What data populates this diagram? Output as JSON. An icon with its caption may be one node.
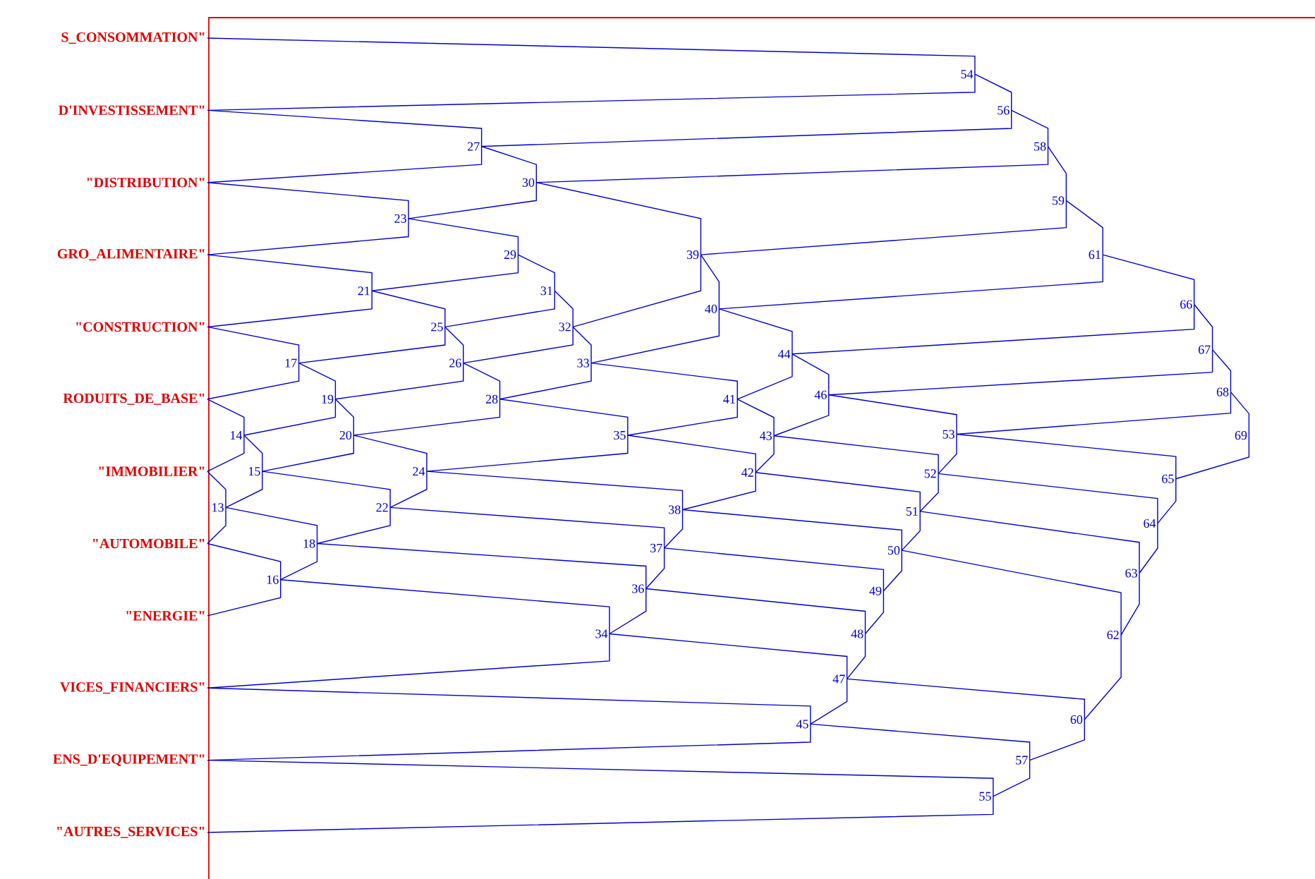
{
  "diagram": {
    "nodes": [
      {
        "text": [
          "S_CONSOMMATION\""
        ]
      },
      {
        "text": [
          "D'INVESTISSEMENT\""
        ]
      },
      {
        "text": [
          "\"DISTRIBUTION\""
        ]
      },
      {
        "text": [
          "GRO_ALIMENTAIRE\""
        ]
      },
      {
        "text": [
          "\"CONSTRUCTION\""
        ]
      },
      {
        "text": [
          "RODUITS_DE_BASE\""
        ]
      },
      {
        "text": [
          "\"IMMOBILIER\""
        ]
      },
      {
        "text": [
          "\"AUTOMOBILE\""
        ]
      },
      {
        "text": [
          "\"ENERGIE\""
        ]
      },
      {
        "text": [
          "VICES_FINANCIERS\""
        ]
      },
      {
        "text": [
          "ENS_D'EQUIPEMENT\""
        ]
      },
      {
        "text": [
          "\"AUTRES_SERVICES\""
        ]
      },
      {
        "text": [
          "13"
        ]
      },
      {
        "text": [
          "14"
        ]
      },
      {
        "text": [
          "15"
        ]
      },
      {
        "text": [
          "16"
        ]
      },
      {
        "text": [
          "17"
        ]
      },
      {
        "text": [
          "18"
        ]
      },
      {
        "text": [
          "19"
        ]
      },
      {
        "text": [
          "20"
        ]
      },
      {
        "text": [
          "21"
        ]
      },
      {
        "text": [
          "22"
        ]
      },
      {
        "text": [
          "23"
        ]
      },
      {
        "text": [
          "24"
        ]
      },
      {
        "text": [
          "25"
        ]
      },
      {
        "text": [
          "26"
        ]
      },
      {
        "text": [
          "27"
        ]
      },
      {
        "text": [
          "28"
        ]
      },
      {
        "text": [
          "29"
        ]
      },
      {
        "text": [
          "30"
        ]
      },
      {
        "text": [
          "31"
        ]
      },
      {
        "text": [
          "32"
        ]
      },
      {
        "text": [
          "33"
        ]
      },
      {
        "text": [
          "34"
        ]
      },
      {
        "text": [
          "35"
        ]
      },
      {
        "text": [
          "36"
        ]
      },
      {
        "text": [
          "37"
        ]
      },
      {
        "text": [
          "38"
        ]
      },
      {
        "text": [
          "39"
        ]
      },
      {
        "text": [
          "40"
        ]
      },
      {
        "text": [
          "41"
        ]
      },
      {
        "text": [
          "42"
        ]
      },
      {
        "text": [
          "43"
        ]
      },
      {
        "text": [
          "44"
        ]
      },
      {
        "text": [
          "45"
        ]
      },
      {
        "text": [
          "46"
        ]
      },
      {
        "text": [
          "47"
        ]
      },
      {
        "text": [
          "48"
        ]
      },
      {
        "text": [
          "49"
        ]
      },
      {
        "text": [
          "50"
        ]
      },
      {
        "text": [
          "51"
        ]
      },
      {
        "text": [
          "52"
        ]
      },
      {
        "text": [
          "53"
        ]
      },
      {
        "text": [
          "54"
        ]
      },
      {
        "text": [
          "55"
        ]
      },
      {
        "text": [
          "56"
        ]
      },
      {
        "text": [
          "57"
        ]
      },
      {
        "text": [
          "58"
        ]
      },
      {
        "text": [
          "59"
        ]
      },
      {
        "text": [
          "60"
        ]
      },
      {
        "text": [
          "61"
        ]
      },
      {
        "text": [
          "62"
        ]
      },
      {
        "text": [
          "63"
        ]
      },
      {
        "text": [
          "64"
        ]
      },
      {
        "text": [
          "65"
        ]
      },
      {
        "text": [
          "66"
        ]
      },
      {
        "text": [
          "67"
        ]
      },
      {
        "text": [
          "68"
        ]
      },
      {
        "text": [
          "69"
        ]
      }
    ],
    "edges": [
      {
        "from": 6,
        "to": 12,
        "arrow": "none"
      },
      {
        "from": 7,
        "to": 12,
        "arrow": "none"
      },
      {
        "from": 5,
        "to": 13,
        "arrow": "none"
      },
      {
        "from": 6,
        "to": 13,
        "arrow": "none"
      },
      {
        "from": 13,
        "to": 14,
        "arrow": "none"
      },
      {
        "from": 12,
        "to": 14,
        "arrow": "none"
      },
      {
        "from": 7,
        "to": 15,
        "arrow": "none"
      },
      {
        "from": 8,
        "to": 15,
        "arrow": "none"
      },
      {
        "from": 4,
        "to": 16,
        "arrow": "none"
      },
      {
        "from": 5,
        "to": 16,
        "arrow": "none"
      },
      {
        "from": 12,
        "to": 17,
        "arrow": "none"
      },
      {
        "from": 15,
        "to": 17,
        "arrow": "none"
      },
      {
        "from": 16,
        "to": 18,
        "arrow": "none"
      },
      {
        "from": 13,
        "to": 18,
        "arrow": "none"
      },
      {
        "from": 18,
        "to": 19,
        "arrow": "none"
      },
      {
        "from": 14,
        "to": 19,
        "arrow": "none"
      },
      {
        "from": 3,
        "to": 20,
        "arrow": "none"
      },
      {
        "from": 4,
        "to": 20,
        "arrow": "none"
      },
      {
        "from": 14,
        "to": 21,
        "arrow": "none"
      },
      {
        "from": 17,
        "to": 21,
        "arrow": "none"
      },
      {
        "from": 2,
        "to": 22,
        "arrow": "none"
      },
      {
        "from": 3,
        "to": 22,
        "arrow": "none"
      },
      {
        "from": 19,
        "to": 23,
        "arrow": "none"
      },
      {
        "from": 21,
        "to": 23,
        "arrow": "none"
      },
      {
        "from": 20,
        "to": 24,
        "arrow": "none"
      },
      {
        "from": 16,
        "to": 24,
        "arrow": "none"
      },
      {
        "from": 24,
        "to": 25,
        "arrow": "none"
      },
      {
        "from": 18,
        "to": 25,
        "arrow": "none"
      },
      {
        "from": 1,
        "to": 26,
        "arrow": "none"
      },
      {
        "from": 2,
        "to": 26,
        "arrow": "none"
      },
      {
        "from": 25,
        "to": 27,
        "arrow": "none"
      },
      {
        "from": 19,
        "to": 27,
        "arrow": "none"
      },
      {
        "from": 22,
        "to": 28,
        "arrow": "none"
      },
      {
        "from": 20,
        "to": 28,
        "arrow": "none"
      },
      {
        "from": 26,
        "to": 29,
        "arrow": "none"
      },
      {
        "from": 22,
        "to": 29,
        "arrow": "none"
      },
      {
        "from": 28,
        "to": 30,
        "arrow": "none"
      },
      {
        "from": 24,
        "to": 30,
        "arrow": "none"
      },
      {
        "from": 30,
        "to": 31,
        "arrow": "none"
      },
      {
        "from": 25,
        "to": 31,
        "arrow": "none"
      },
      {
        "from": 31,
        "to": 32,
        "arrow": "none"
      },
      {
        "from": 27,
        "to": 32,
        "arrow": "none"
      },
      {
        "from": 15,
        "to": 33,
        "arrow": "none"
      },
      {
        "from": 9,
        "to": 33,
        "arrow": "none"
      },
      {
        "from": 27,
        "to": 34,
        "arrow": "none"
      },
      {
        "from": 23,
        "to": 34,
        "arrow": "none"
      },
      {
        "from": 17,
        "to": 35,
        "arrow": "none"
      },
      {
        "from": 33,
        "to": 35,
        "arrow": "none"
      },
      {
        "from": 21,
        "to": 36,
        "arrow": "none"
      },
      {
        "from": 35,
        "to": 36,
        "arrow": "none"
      },
      {
        "from": 23,
        "to": 37,
        "arrow": "none"
      },
      {
        "from": 36,
        "to": 37,
        "arrow": "none"
      },
      {
        "from": 29,
        "to": 38,
        "arrow": "none"
      },
      {
        "from": 31,
        "to": 38,
        "arrow": "none"
      },
      {
        "from": 38,
        "to": 39,
        "arrow": "none"
      },
      {
        "from": 32,
        "to": 39,
        "arrow": "none"
      },
      {
        "from": 32,
        "to": 40,
        "arrow": "none"
      },
      {
        "from": 34,
        "to": 40,
        "arrow": "none"
      },
      {
        "from": 34,
        "to": 41,
        "arrow": "none"
      },
      {
        "from": 37,
        "to": 41,
        "arrow": "none"
      },
      {
        "from": 40,
        "to": 42,
        "arrow": "none"
      },
      {
        "from": 41,
        "to": 42,
        "arrow": "none"
      },
      {
        "from": 39,
        "to": 43,
        "arrow": "none"
      },
      {
        "from": 40,
        "to": 43,
        "arrow": "none"
      },
      {
        "from": 9,
        "to": 44,
        "arrow": "none"
      },
      {
        "from": 10,
        "to": 44,
        "arrow": "none"
      },
      {
        "from": 43,
        "to": 45,
        "arrow": "none"
      },
      {
        "from": 42,
        "to": 45,
        "arrow": "none"
      },
      {
        "from": 33,
        "to": 46,
        "arrow": "none"
      },
      {
        "from": 44,
        "to": 46,
        "arrow": "none"
      },
      {
        "from": 35,
        "to": 47,
        "arrow": "none"
      },
      {
        "from": 46,
        "to": 47,
        "arrow": "none"
      },
      {
        "from": 36,
        "to": 48,
        "arrow": "none"
      },
      {
        "from": 47,
        "to": 48,
        "arrow": "none"
      },
      {
        "from": 37,
        "to": 49,
        "arrow": "none"
      },
      {
        "from": 48,
        "to": 49,
        "arrow": "none"
      },
      {
        "from": 41,
        "to": 50,
        "arrow": "none"
      },
      {
        "from": 49,
        "to": 50,
        "arrow": "none"
      },
      {
        "from": 42,
        "to": 51,
        "arrow": "none"
      },
      {
        "from": 50,
        "to": 51,
        "arrow": "none"
      },
      {
        "from": 45,
        "to": 52,
        "arrow": "none"
      },
      {
        "from": 51,
        "to": 52,
        "arrow": "none"
      },
      {
        "from": 0,
        "to": 53,
        "arrow": "none"
      },
      {
        "from": 1,
        "to": 53,
        "arrow": "none"
      },
      {
        "from": 10,
        "to": 54,
        "arrow": "none"
      },
      {
        "from": 11,
        "to": 54,
        "arrow": "none"
      },
      {
        "from": 53,
        "to": 55,
        "arrow": "none"
      },
      {
        "from": 26,
        "to": 55,
        "arrow": "none"
      },
      {
        "from": 44,
        "to": 56,
        "arrow": "none"
      },
      {
        "from": 54,
        "to": 56,
        "arrow": "none"
      },
      {
        "from": 55,
        "to": 57,
        "arrow": "none"
      },
      {
        "from": 29,
        "to": 57,
        "arrow": "none"
      },
      {
        "from": 57,
        "to": 58,
        "arrow": "none"
      },
      {
        "from": 38,
        "to": 58,
        "arrow": "none"
      },
      {
        "from": 46,
        "to": 59,
        "arrow": "none"
      },
      {
        "from": 56,
        "to": 59,
        "arrow": "none"
      },
      {
        "from": 58,
        "to": 60,
        "arrow": "none"
      },
      {
        "from": 39,
        "to": 60,
        "arrow": "none"
      },
      {
        "from": 49,
        "to": 61,
        "arrow": "none"
      },
      {
        "from": 59,
        "to": 61,
        "arrow": "none"
      },
      {
        "from": 50,
        "to": 62,
        "arrow": "none"
      },
      {
        "from": 61,
        "to": 62,
        "arrow": "none"
      },
      {
        "from": 51,
        "to": 63,
        "arrow": "none"
      },
      {
        "from": 62,
        "to": 63,
        "arrow": "none"
      },
      {
        "from": 52,
        "to": 64,
        "arrow": "none"
      },
      {
        "from": 63,
        "to": 64,
        "arrow": "none"
      },
      {
        "from": 60,
        "to": 65,
        "arrow": "none"
      },
      {
        "from": 43,
        "to": 65,
        "arrow": "none"
      },
      {
        "from": 65,
        "to": 66,
        "arrow": "none"
      },
      {
        "from": 45,
        "to": 66,
        "arrow": "none"
      },
      {
        "from": 66,
        "to": 67,
        "arrow": "none"
      },
      {
        "from": 52,
        "to": 67,
        "arrow": "none"
      },
      {
        "from": 67,
        "to": 68,
        "arrow": "none"
      },
      {
        "from": 64,
        "to": 68,
        "arrow": "none"
      }
    ]
  }
}
